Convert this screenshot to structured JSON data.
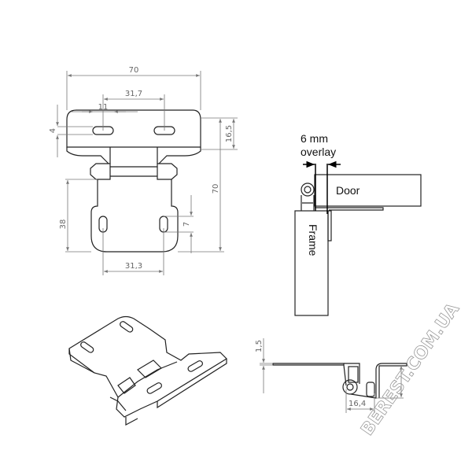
{
  "top_view": {
    "dims": {
      "overall_width": "70",
      "slot_spacing_top": "31,7",
      "slot_length": "11",
      "slot_width": "4",
      "plate_height": "16,5",
      "overall_height": "70",
      "leaf_height": "38",
      "slot_height": "7",
      "slot_spacing_bottom": "31,3"
    }
  },
  "side_view": {
    "overlay_label_1": "6 mm",
    "overlay_label_2": "overlay",
    "door_label": "Door",
    "frame_label": "Frame"
  },
  "section_view": {
    "dims": {
      "thickness": "1,5",
      "offset": "16,4"
    }
  },
  "watermark": "BEREST.COM.UA"
}
